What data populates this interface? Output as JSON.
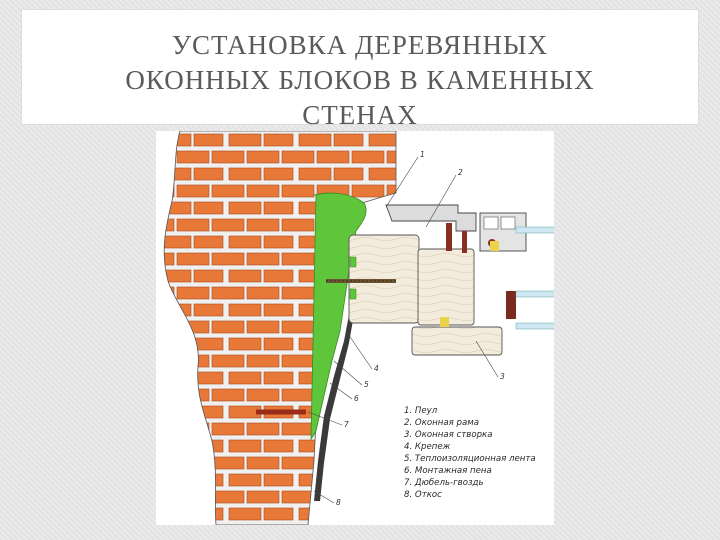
{
  "slide": {
    "title_line1": "УСТАНОВКА ДЕРЕВЯННЫХ",
    "title_line2": "ОКОННЫХ БЛОКОВ В КАМЕННЫХ",
    "title_line3": "СТЕНАХ"
  },
  "diagram": {
    "callouts": [
      "1",
      "2",
      "3",
      "4",
      "5",
      "6",
      "7",
      "8"
    ],
    "legend": [
      "1. Пeyл",
      "2. Оконная рама",
      "3. Оконная створка",
      "4. Крепеж",
      "5. Теплоизоляционная лента",
      "6. Монтажная пена",
      "7. Дюбель-гвоздь",
      "8. Откос"
    ],
    "colors": {
      "brick": "#e87838",
      "mortar": "#f2f2f2",
      "foam": "#5fc53a",
      "wood": "#f3ecdc",
      "seal": "#8a2e22"
    }
  }
}
